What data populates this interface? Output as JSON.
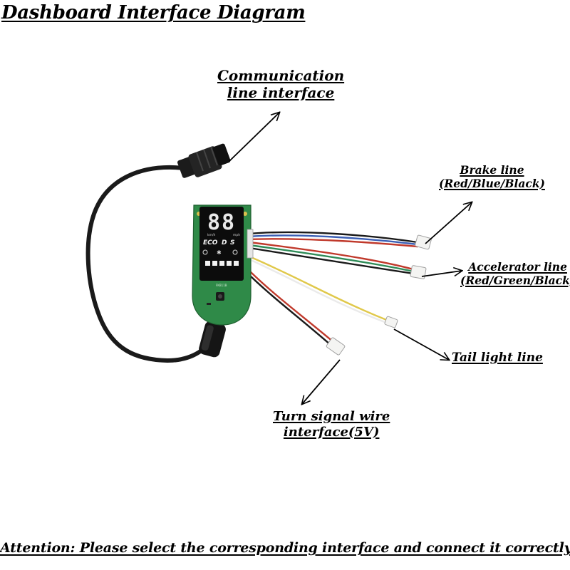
{
  "title": "Dashboard Interface Diagram",
  "labels": {
    "communication": [
      "Communication",
      "line interface"
    ],
    "brake": [
      "Brake line",
      "(Red/Blue/Black)"
    ],
    "accelerator": [
      "Accelerator line",
      "(Red/Green/Black)"
    ],
    "tail_light": [
      "Tail light line"
    ],
    "turn_signal": [
      "Turn signal wire",
      "interface(5V)"
    ]
  },
  "display": {
    "digits": "88",
    "unit_left": "km/h",
    "unit_right": "mph",
    "modes": [
      "ECO",
      "D",
      "S"
    ],
    "board_code": "FKB11B"
  },
  "footer": "Attention: Please select the corresponding interface and connect it correctly",
  "colors": {
    "board_green": "#2f8a48",
    "screen_black": "#0c0c0c",
    "wire_red": "#c0392b",
    "wire_blue": "#3b5fb5",
    "wire_green": "#2e8b57",
    "wire_yellow": "#e0c84a",
    "wire_white": "#f1f1f1",
    "wire_black": "#1a1a1a",
    "connector_white": "#f4f4f2"
  }
}
